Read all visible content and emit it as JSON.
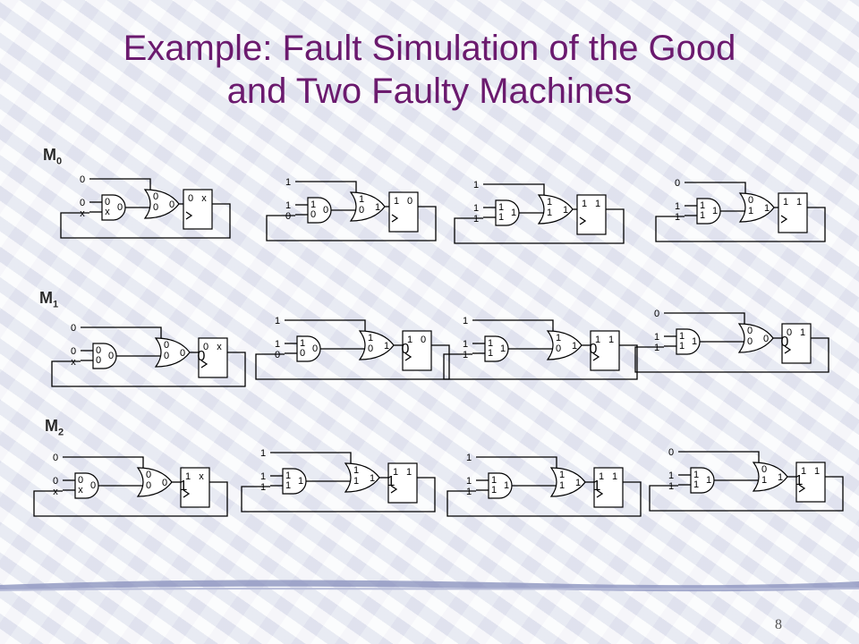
{
  "slide": {
    "title_line1": "Example: Fault Simulation of the Good",
    "title_line2": "and Two Faulty Machines",
    "page_number": "8"
  },
  "machines": [
    {
      "label": "M",
      "subscript": "0",
      "frames": [
        {
          "inA": "0",
          "inB": "0",
          "state": "x",
          "and_in": [
            "0",
            "x"
          ],
          "and_out": "0",
          "or_in": [
            "0",
            "0"
          ],
          "or_out": "0",
          "fault": "",
          "ff_d": "0",
          "ff_q": "x"
        },
        {
          "inA": "1",
          "inB": "1",
          "state": "0",
          "and_in": [
            "1",
            "0"
          ],
          "and_out": "0",
          "or_in": [
            "1",
            "0"
          ],
          "or_out": "1",
          "fault": "",
          "ff_d": "1",
          "ff_q": "0"
        },
        {
          "inA": "1",
          "inB": "1",
          "state": "1",
          "and_in": [
            "1",
            "1"
          ],
          "and_out": "1",
          "or_in": [
            "1",
            "1"
          ],
          "or_out": "1",
          "fault": "",
          "ff_d": "1",
          "ff_q": "1"
        },
        {
          "inA": "0",
          "inB": "1",
          "state": "1",
          "and_in": [
            "1",
            "1"
          ],
          "and_out": "1",
          "or_in": [
            "0",
            "1"
          ],
          "or_out": "1",
          "fault": "",
          "ff_d": "1",
          "ff_q": "1"
        }
      ]
    },
    {
      "label": "M",
      "subscript": "1",
      "frames": [
        {
          "inA": "0",
          "inB": "0",
          "state": "x",
          "and_in": [
            "0",
            "0"
          ],
          "and_out": "0",
          "or_in": [
            "0",
            "0"
          ],
          "or_out": "0",
          "fault": "0",
          "ff_d": "0",
          "ff_q": "x"
        },
        {
          "inA": "1",
          "inB": "1",
          "state": "0",
          "and_in": [
            "1",
            "0"
          ],
          "and_out": "0",
          "or_in": [
            "1",
            "0"
          ],
          "or_out": "1",
          "fault": "0",
          "ff_d": "1",
          "ff_q": "0"
        },
        {
          "inA": "1",
          "inB": "1",
          "state": "1",
          "and_in": [
            "1",
            "1"
          ],
          "and_out": "1",
          "or_in": [
            "1",
            "0"
          ],
          "or_out": "1",
          "fault": "0",
          "ff_d": "1",
          "ff_q": "1"
        },
        {
          "inA": "0",
          "inB": "1",
          "state": "1",
          "and_in": [
            "1",
            "1"
          ],
          "and_out": "1",
          "or_in": [
            "0",
            "0"
          ],
          "or_out": "0",
          "fault": "0",
          "ff_d": "0",
          "ff_q": "1"
        }
      ]
    },
    {
      "label": "M",
      "subscript": "2",
      "frames": [
        {
          "inA": "0",
          "inB": "0",
          "state": "x",
          "and_in": [
            "0",
            "x"
          ],
          "and_out": "0",
          "or_in": [
            "0",
            "0"
          ],
          "or_out": "0",
          "fault": "1",
          "ff_d": "1",
          "ff_q": "x"
        },
        {
          "inA": "1",
          "inB": "1",
          "state": "1",
          "and_in": [
            "1",
            "1"
          ],
          "and_out": "1",
          "or_in": [
            "1",
            "1"
          ],
          "or_out": "1",
          "fault": "1",
          "ff_d": "1",
          "ff_q": "1"
        },
        {
          "inA": "1",
          "inB": "1",
          "state": "1",
          "and_in": [
            "1",
            "1"
          ],
          "and_out": "1",
          "or_in": [
            "1",
            "1"
          ],
          "or_out": "1",
          "fault": "1",
          "ff_d": "1",
          "ff_q": "1"
        },
        {
          "inA": "0",
          "inB": "1",
          "state": "1",
          "and_in": [
            "1",
            "1"
          ],
          "and_out": "1",
          "or_in": [
            "0",
            "1"
          ],
          "or_out": "1",
          "fault": "1",
          "ff_d": "1",
          "ff_q": "1"
        }
      ]
    }
  ]
}
